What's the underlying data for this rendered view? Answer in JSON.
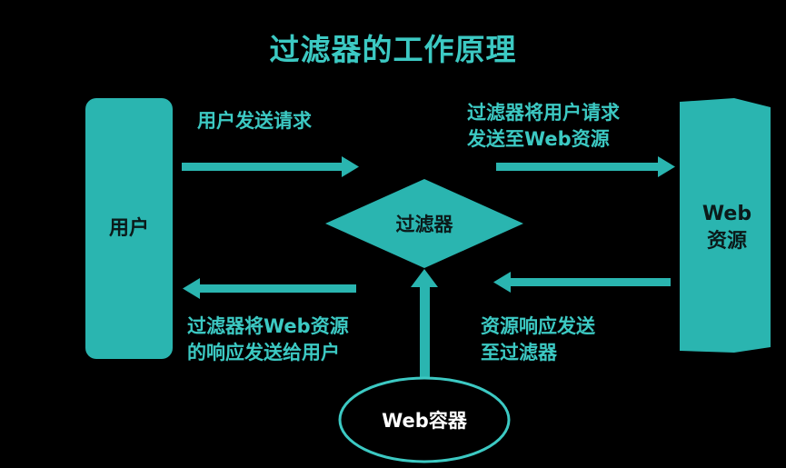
{
  "title": "过滤器的工作原理",
  "nodes": {
    "user": "用户",
    "filter": "过滤器",
    "web_resource": [
      "Web",
      "资源"
    ],
    "web_container": "Web容器"
  },
  "labels": {
    "user_send": "用户发送请求",
    "filter_to_web": [
      "过滤器将用户请求",
      "发送至Web资源"
    ],
    "filter_to_user": [
      "过滤器将Web资源",
      "的响应发送给用户"
    ],
    "resource_to_filter": [
      "资源响应发送",
      "至过滤器"
    ]
  },
  "colors": {
    "background": "#000000",
    "accent": "#2ab5b0",
    "accent_light": "#3cc9c3",
    "text_dark": "#0b1a1a",
    "text_light": "#ffffff"
  }
}
